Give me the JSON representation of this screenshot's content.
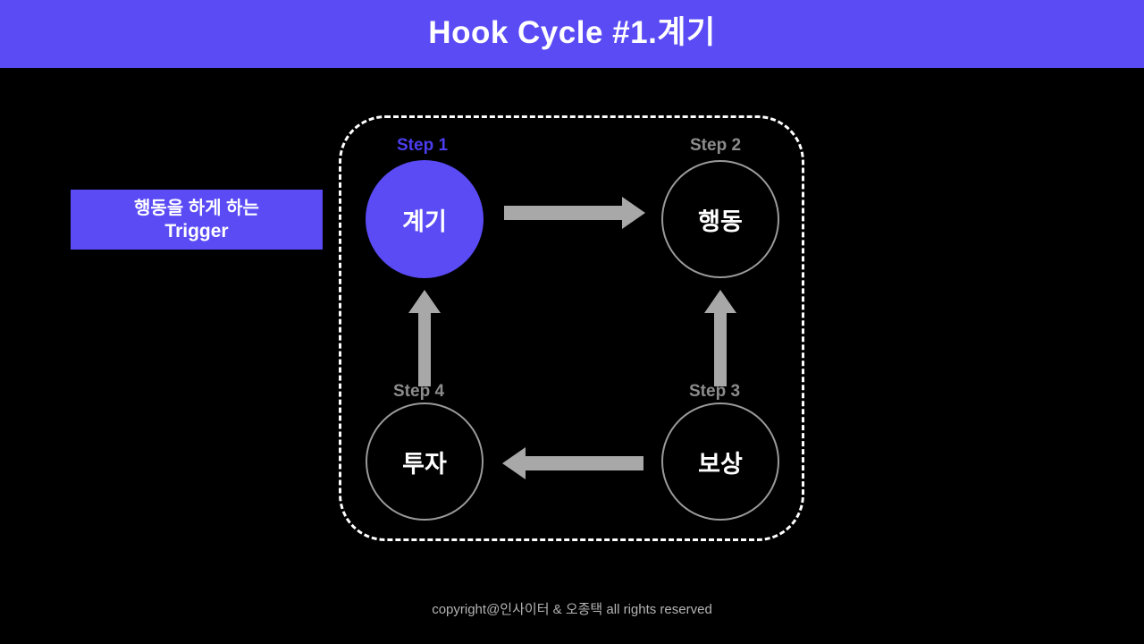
{
  "header": {
    "title": "Hook Cycle #1.계기",
    "background_color": "#5a4bf5",
    "text_color": "#ffffff"
  },
  "trigger_box": {
    "line1": "행동을 하게 하는",
    "line2": "Trigger",
    "background_color": "#5a4bf5",
    "text_color": "#ffffff"
  },
  "cycle": {
    "frame_style": "dashed-rounded-rectangle",
    "frame_color": "#ffffff",
    "accent_color": "#5a4bf5",
    "muted_color": "#9a9a9a",
    "nodes": [
      {
        "step": "Step 1",
        "label": "계기",
        "state": "active",
        "position": "top-left"
      },
      {
        "step": "Step 2",
        "label": "행동",
        "state": "inactive",
        "position": "top-right"
      },
      {
        "step": "Step 3",
        "label": "보상",
        "state": "inactive",
        "position": "bottom-right"
      },
      {
        "step": "Step 4",
        "label": "투자",
        "state": "inactive",
        "position": "bottom-left"
      }
    ],
    "arrows": [
      {
        "name": "arrow-step1-to-step2",
        "direction": "right"
      },
      {
        "name": "arrow-step2-to-step3",
        "direction": "up"
      },
      {
        "name": "arrow-step3-to-step4",
        "direction": "left"
      },
      {
        "name": "arrow-step4-to-step1",
        "direction": "up"
      }
    ]
  },
  "footer": {
    "copyright": "copyright@인사이터 & 오종택 all rights reserved"
  }
}
